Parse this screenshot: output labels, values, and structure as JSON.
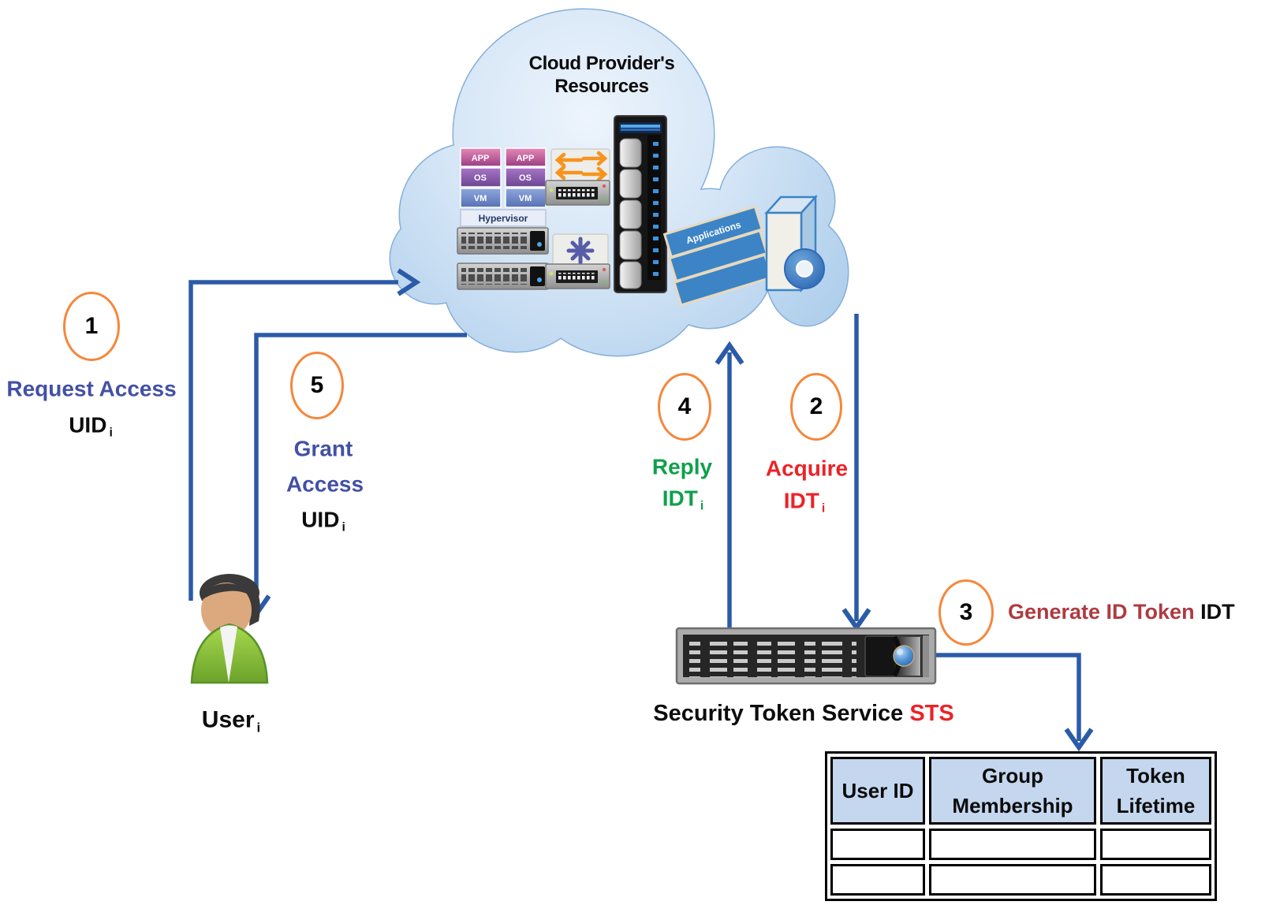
{
  "cloud": {
    "title_line1": "Cloud Provider's",
    "title_line2": "Resources",
    "hypervisor": "Hypervisor",
    "vm_layers": [
      "APP",
      "OS",
      "VM"
    ],
    "applications": "Applications"
  },
  "steps": {
    "s1": {
      "number": "1",
      "title": "Request Access",
      "token": "UID",
      "sub": "i"
    },
    "s2": {
      "number": "2",
      "title": "Acquire",
      "token": "IDT",
      "sub": "i"
    },
    "s3": {
      "number": "3",
      "title": "Generate ID Token",
      "token": "IDT"
    },
    "s4": {
      "number": "4",
      "title": "Reply",
      "token": "IDT",
      "sub": "i"
    },
    "s5": {
      "number": "5",
      "line1": "Grant",
      "line2": "Access",
      "token": "UID",
      "sub": "i"
    }
  },
  "sts": {
    "label": "Security Token Service",
    "abbr": "STS"
  },
  "user": {
    "label": "User",
    "sub": "i"
  },
  "table": {
    "headers": [
      "User ID",
      "Group Membership",
      "Token Lifetime"
    ],
    "rows": [
      [
        "",
        "",
        ""
      ],
      [
        "",
        "",
        ""
      ]
    ]
  },
  "colors": {
    "arrow_blue": "#2B5BA8",
    "step_circle_orange": "#F5873B",
    "label_blue": "#4250A5",
    "label_green": "#0FA04B",
    "label_red": "#EC2227",
    "label_darkred": "#AF3A40",
    "sts_red": "#EC2227",
    "table_header_fill": "#C4D7EE",
    "cloud_fill_light": "#EAF2FB",
    "cloud_fill_dark": "#A9CBEA",
    "cloud_stroke": "#85AFD9"
  },
  "icons": {
    "cloud": "cloud-shape",
    "vm_stack": "vm-stack-icon",
    "network_switch": "network-switch-icon",
    "cluster_switch": "snowflake-switch-icon",
    "rack_server": "rack-server-icon",
    "blade_rack": "tall-server-rack-icon",
    "applications": "applications-stack-icon",
    "tower_server": "tower-server-icon",
    "sts_server": "sts-server-icon",
    "user": "user-person-icon"
  }
}
